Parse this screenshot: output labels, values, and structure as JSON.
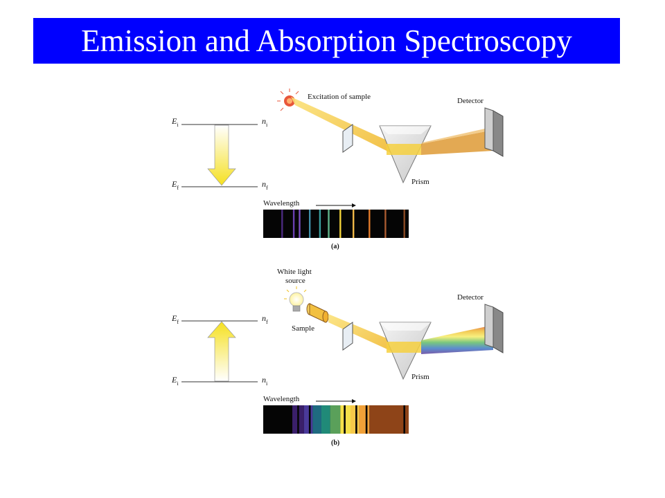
{
  "slide": {
    "title": "Emission and Absorption Spectroscopy"
  },
  "emission": {
    "caption": "(a)",
    "level_upper": {
      "sym": "E",
      "sub": "i",
      "n_sym": "n",
      "n_sub": "i"
    },
    "level_lower": {
      "sym": "E",
      "sub": "f",
      "n_sym": "n",
      "n_sub": "f"
    },
    "source_label": "Excitation of sample",
    "prism_label": "Prism",
    "detector_label": "Detector",
    "wavelength_label": "Wavelength",
    "spectrum_lines": [
      {
        "pos": 0.13,
        "color": "#4b2a80"
      },
      {
        "pos": 0.21,
        "color": "#6a3fb0"
      },
      {
        "pos": 0.25,
        "color": "#7a4fc0"
      },
      {
        "pos": 0.32,
        "color": "#3f8fa8"
      },
      {
        "pos": 0.39,
        "color": "#3aa0a0"
      },
      {
        "pos": 0.45,
        "color": "#5fb38a"
      },
      {
        "pos": 0.53,
        "color": "#f2d23a"
      },
      {
        "pos": 0.62,
        "color": "#f0b848"
      },
      {
        "pos": 0.73,
        "color": "#e07a2a"
      },
      {
        "pos": 0.84,
        "color": "#a85a30"
      },
      {
        "pos": 0.97,
        "color": "#8a4a24"
      }
    ],
    "colors": {
      "arrow": "#f7e633",
      "beam": "#f5c842",
      "spectrum_bg": "#050505"
    }
  },
  "absorption": {
    "caption": "(b)",
    "level_upper": {
      "sym": "E",
      "sub": "f",
      "n_sym": "n",
      "n_sub": "f"
    },
    "level_lower": {
      "sym": "E",
      "sub": "i",
      "n_sym": "n",
      "n_sub": "i"
    },
    "source_label_1": "White light",
    "source_label_2": "source",
    "sample_label": "Sample",
    "prism_label": "Prism",
    "detector_label": "Detector",
    "wavelength_label": "Wavelength",
    "spectrum_bands": [
      {
        "from": 0.0,
        "to": 0.2,
        "color": "#050505"
      },
      {
        "from": 0.2,
        "to": 0.28,
        "color": "#3a1f6a"
      },
      {
        "from": 0.28,
        "to": 0.34,
        "color": "#4a3a9a"
      },
      {
        "from": 0.34,
        "to": 0.4,
        "color": "#1f6a80"
      },
      {
        "from": 0.4,
        "to": 0.46,
        "color": "#208a78"
      },
      {
        "from": 0.46,
        "to": 0.53,
        "color": "#5aa05a"
      },
      {
        "from": 0.53,
        "to": 0.6,
        "color": "#f4e04a"
      },
      {
        "from": 0.6,
        "to": 0.66,
        "color": "#f6c94a"
      },
      {
        "from": 0.66,
        "to": 0.73,
        "color": "#f0a038"
      },
      {
        "from": 0.73,
        "to": 1.0,
        "color": "#8e4418"
      }
    ],
    "absorption_lines": [
      0.24,
      0.32,
      0.56,
      0.64,
      0.71,
      0.97
    ],
    "colors": {
      "arrow": "#f7e633",
      "beam": "#f5c842"
    }
  }
}
